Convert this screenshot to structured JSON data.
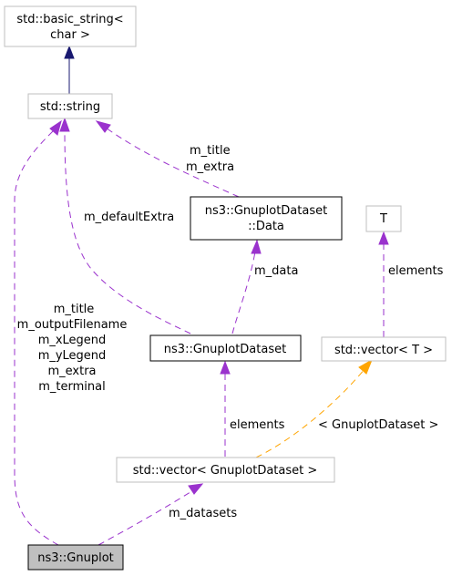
{
  "nodes": {
    "basic_string": {
      "line1": "std::basic_string<",
      "line2": "char >"
    },
    "string": {
      "label": "std::string"
    },
    "data": {
      "line1": "ns3::GnuplotDataset",
      "line2": "::Data"
    },
    "t": {
      "label": "T"
    },
    "gnuplot_dataset": {
      "label": "ns3::GnuplotDataset"
    },
    "vector_t": {
      "label": "std::vector< T >"
    },
    "vector_dataset": {
      "label": "std::vector< GnuplotDataset >"
    },
    "gnuplot": {
      "label": "ns3::Gnuplot"
    }
  },
  "edges": {
    "dataset_to_string": {
      "label": "m_defaultExtra"
    },
    "data_to_string": {
      "line1": "m_title",
      "line2": "m_extra"
    },
    "data_to_dataset": {
      "label": "m_data"
    },
    "t_to_vector": {
      "label": "elements"
    },
    "dataset_to_vector": {
      "label": "elements"
    },
    "vector_template": {
      "label": "< GnuplotDataset >"
    },
    "gnuplot_to_string": {
      "lines": [
        "m_title",
        "m_outputFilename",
        "m_xLegend",
        "m_yLegend",
        "m_extra",
        "m_terminal"
      ]
    },
    "vector_to_gnuplot": {
      "label": "m_datasets"
    }
  },
  "colors": {
    "inheritance": "#191970",
    "usage": "#9a32cd",
    "template": "#ffa500",
    "highlight_fill": "#bfbfbf",
    "muted_border": "#bfbfbf",
    "strong_border": "#000000"
  }
}
